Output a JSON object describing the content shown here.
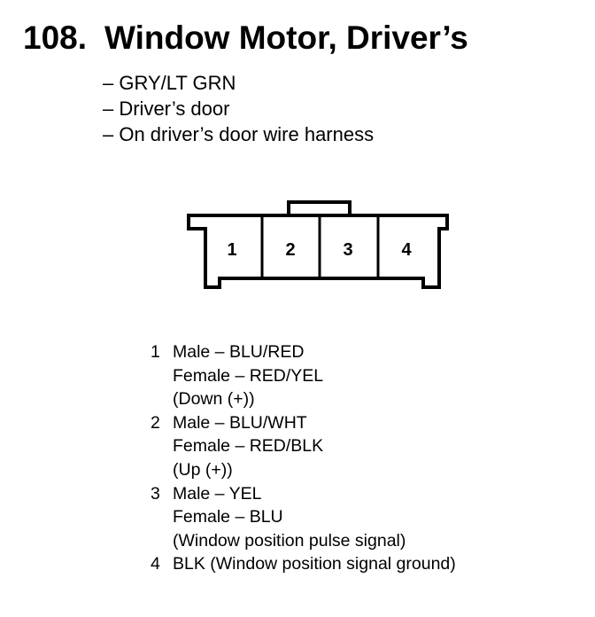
{
  "header": {
    "number": "108.",
    "title": "Window Motor, Driver’s"
  },
  "specs": [
    "– GRY/LT GRN",
    "– Driver’s door",
    "– On driver’s door wire harness"
  ],
  "connector": {
    "terminals": [
      "1",
      "2",
      "3",
      "4"
    ]
  },
  "pins": [
    {
      "number": "1",
      "lines": [
        "Male – BLU/RED",
        "Female – RED/YEL",
        "(Down (+))"
      ]
    },
    {
      "number": "2",
      "lines": [
        "Male – BLU/WHT",
        "Female – RED/BLK",
        "(Up (+))"
      ]
    },
    {
      "number": "3",
      "lines": [
        "Male – YEL",
        "Female – BLU",
        "(Window position pulse signal)"
      ]
    },
    {
      "number": "4",
      "lines": [
        "BLK (Window position signal ground)"
      ]
    }
  ]
}
